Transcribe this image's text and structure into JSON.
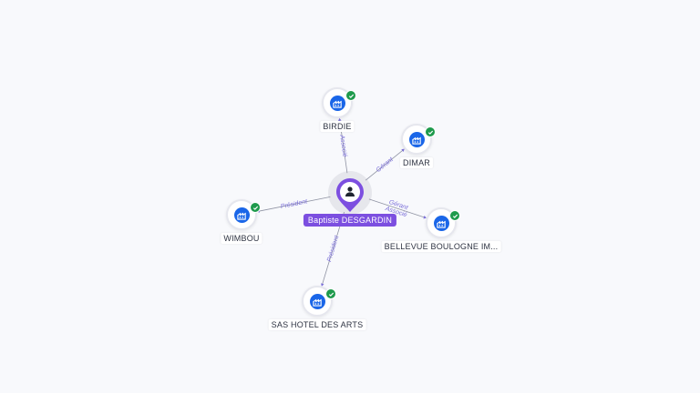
{
  "center": {
    "name": "Baptiste DESGARDIN",
    "icon": "person-icon"
  },
  "companies": [
    {
      "key": "birdie",
      "name": "BIRDIE",
      "icon": "building-icon",
      "status_icon": "check-icon"
    },
    {
      "key": "dimar",
      "name": "DIMAR",
      "icon": "building-icon",
      "status_icon": "check-icon"
    },
    {
      "key": "wimbou",
      "name": "WIMBOU",
      "icon": "building-icon",
      "status_icon": "check-icon"
    },
    {
      "key": "bellevue",
      "name": "BELLEVUE BOULOGNE IM...",
      "icon": "building-icon",
      "status_icon": "check-icon"
    },
    {
      "key": "sashotel",
      "name": "SAS HOTEL DES ARTS",
      "icon": "building-icon",
      "status_icon": "check-icon"
    }
  ],
  "edges": [
    {
      "target": "birdie",
      "roles": [
        "Associé"
      ]
    },
    {
      "target": "dimar",
      "roles": [
        "Gérant"
      ]
    },
    {
      "target": "wimbou",
      "roles": [
        "Président"
      ]
    },
    {
      "target": "bellevue",
      "roles": [
        "Gérant",
        "Associé"
      ]
    },
    {
      "target": "sashotel",
      "roles": [
        "Président"
      ]
    }
  ],
  "colors": {
    "person_accent": "#7c4fe0",
    "company_icon": "#1a66e8",
    "active_status": "#1e9a4c",
    "edge_label": "#7b6fd9"
  }
}
